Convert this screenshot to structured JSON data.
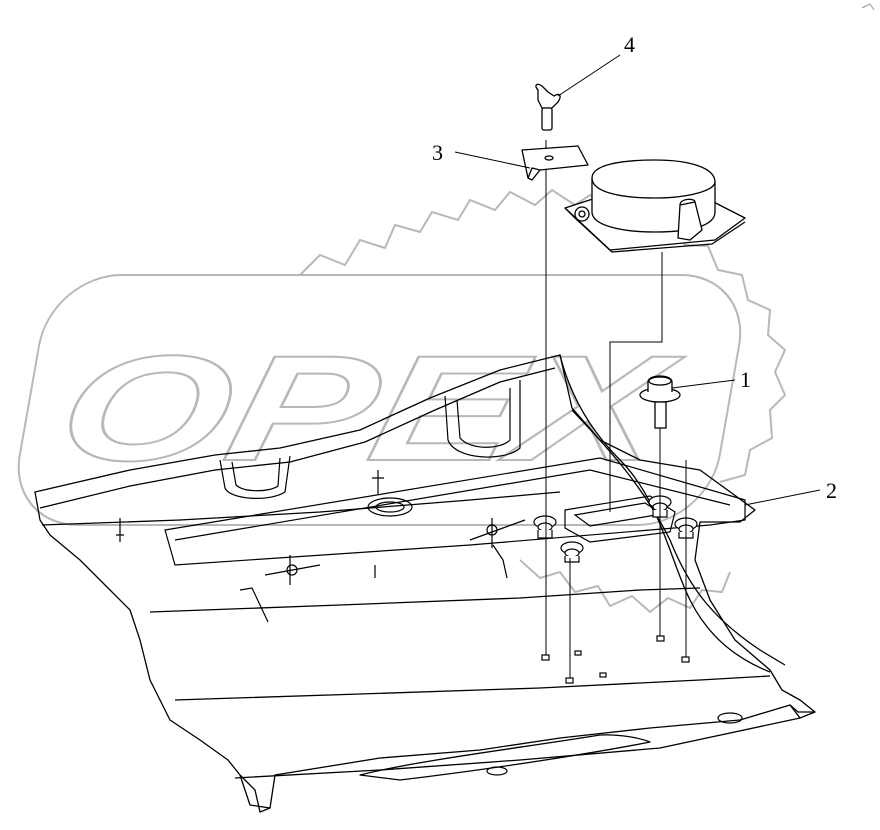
{
  "watermark": {
    "text": "OPEX",
    "color": "#b8b8b8"
  },
  "callouts": [
    {
      "id": "1",
      "label": "1"
    },
    {
      "id": "2",
      "label": "2"
    },
    {
      "id": "3",
      "label": "3"
    },
    {
      "id": "4",
      "label": "4"
    }
  ],
  "colors": {
    "line": "#000000",
    "watermark": "#b8b8b8",
    "background": "#ffffff"
  }
}
